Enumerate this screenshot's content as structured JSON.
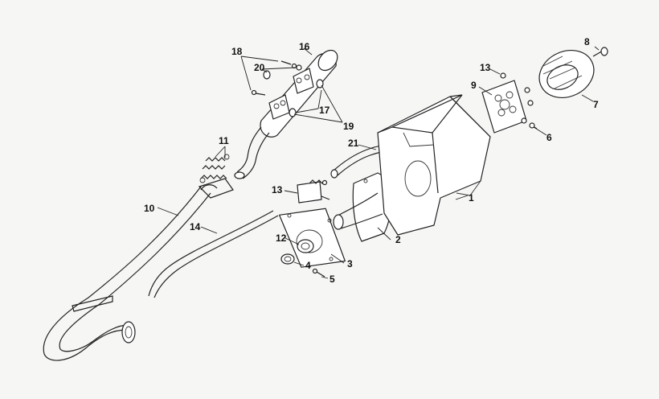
{
  "callouts": {
    "c1": "1",
    "c2": "2",
    "c3": "3",
    "c4": "4",
    "c5": "5",
    "c6": "6",
    "c7": "7",
    "c8": "8",
    "c9": "9",
    "c10": "10",
    "c11": "11",
    "c12": "12",
    "c13a": "13",
    "c13b": "13",
    "c14": "14",
    "c16": "16",
    "c17": "17",
    "c18": "18",
    "c19": "19",
    "c20": "20",
    "c21": "21"
  }
}
